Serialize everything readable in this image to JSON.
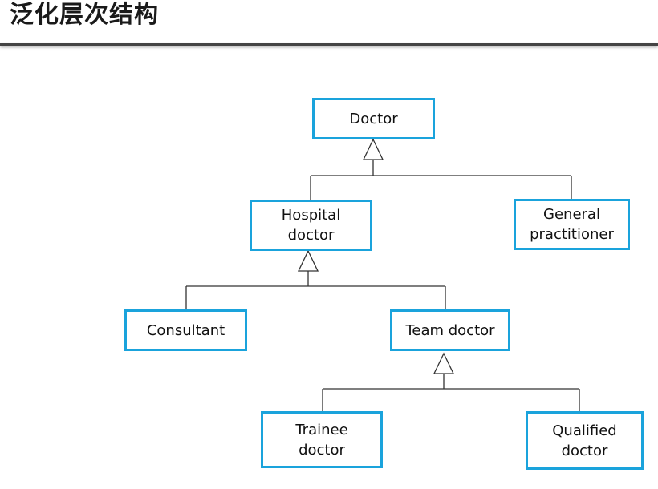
{
  "slide": {
    "title": "泛化层次结构"
  },
  "diagram": {
    "nodes": {
      "doctor": "Doctor",
      "hospital_doctor": "Hospital\ndoctor",
      "general_practitioner": "General\npractitioner",
      "consultant": "Consultant",
      "team_doctor": "Team doctor",
      "trainee_doctor": "Trainee\ndoctor",
      "qualified_doctor": "Qualified\ndoctor"
    }
  }
}
